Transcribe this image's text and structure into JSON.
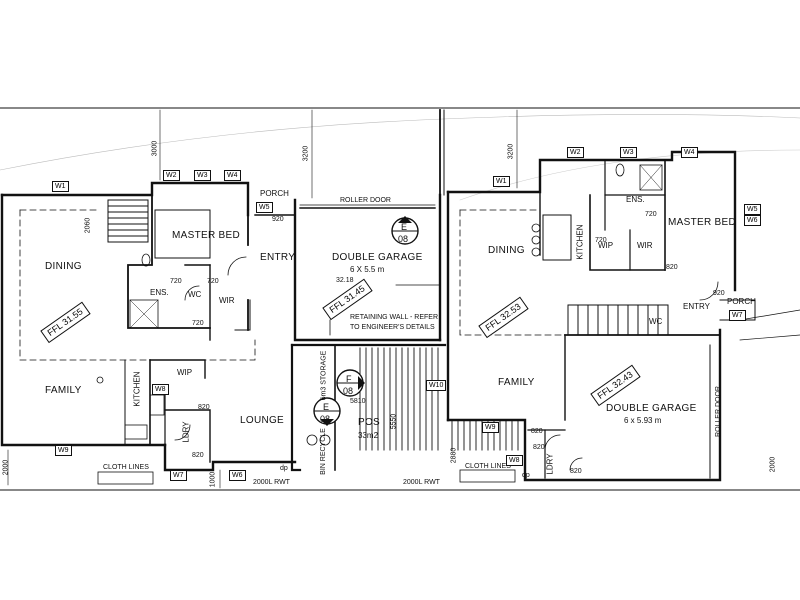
{
  "rooms": {
    "dining_left": "DINING",
    "master_bed_left": "MASTER BED",
    "entry_left": "ENTRY",
    "ens_left": "ENS.",
    "wc_left": "WC",
    "wir_left": "WIR",
    "family_left": "FAMILY",
    "kitchen_left": "KITCHEN",
    "wip_left": "WIP",
    "ldry_left": "LDRY",
    "lounge": "LOUNGE",
    "porch_left": "PORCH",
    "double_garage_left": "DOUBLE GARAGE",
    "garage_left_size": "6 X 5.5 m",
    "pos": "POS",
    "pos_area": "33m2",
    "dining_right": "DINING",
    "kitchen_right": "KITCHEN",
    "wip_right": "WIP",
    "wir_right": "WIR",
    "ens_right": "ENS.",
    "master_bed_right": "MASTER BED",
    "entry_right": "ENTRY",
    "porch_right": "PORCH",
    "wc_right": "WC",
    "family_right": "FAMILY",
    "double_garage_right": "DOUBLE GARAGE",
    "garage_right_size": "6 x 5.93 m",
    "ldry_right": "LDRY",
    "storage": "6m3 STORAGE",
    "bin_recycle": "BIN RECYCLE"
  },
  "notes": {
    "roller_door_top": "ROLLER DOOR",
    "roller_door_side": "ROLLER DOOR",
    "retaining_wall_1": "RETAINING WALL - REFER",
    "retaining_wall_2": "TO ENGINEER'S DETAILS",
    "cloth_lines_left": "CLOTH LINES",
    "cloth_lines_right": "CLOTH LINES",
    "rwt_left": "2000L RWT",
    "rwt_right": "2000L RWT",
    "level_mark": "32.18",
    "dp_left": "dp",
    "dp_right": "dp"
  },
  "ffl": {
    "left": "FFL 31.55",
    "garage": "FFL 31.45",
    "right": "FFL 32.53",
    "right_garage": "FFL 32.43"
  },
  "windows": {
    "w1_left": "W1",
    "w2_left": "W2",
    "w3_left": "W3",
    "w4_left": "W4",
    "w5_left": "W5",
    "w6_left": "W6",
    "w7_left": "W7",
    "w8_left": "W8",
    "w9_left": "W9",
    "w1_right": "W1",
    "w2_right": "W2",
    "w3_right": "W3",
    "w4_right": "W4",
    "w5_right": "W5",
    "w6_right": "W6",
    "w7_right": "W7",
    "w8_right": "W8",
    "w10": "W10",
    "w9_right": "W9"
  },
  "dimensions": {
    "d3000": "3000",
    "d3200a": "3200",
    "d3200b": "3200",
    "d2060": "2060",
    "d2000a": "2000",
    "d2000b": "2000",
    "d1000": "1000",
    "d5810": "5810",
    "d5550": "5550",
    "d2880": "2880",
    "d920_left": "920",
    "d720a": "720",
    "d720b": "720",
    "d720c": "720",
    "d820a": "820",
    "d820b": "820",
    "d820c": "820",
    "d820d": "820",
    "d820e": "820",
    "d720d": "720",
    "d720e": "720",
    "d920_right": "920",
    "d820f": "820"
  },
  "section_markers": {
    "top": {
      "letter": "E",
      "sheet": "08"
    },
    "mid": {
      "letter": "F",
      "sheet": "08"
    },
    "low": {
      "letter": "E",
      "sheet": "08"
    }
  }
}
